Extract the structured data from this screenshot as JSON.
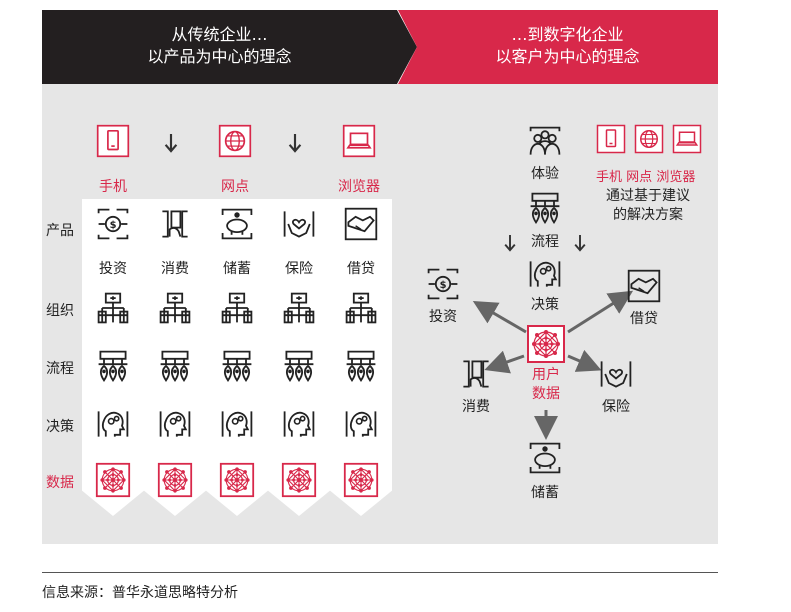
{
  "banner": {
    "left_line1": "从传统企业…",
    "left_line2": "以产品为中心的理念",
    "right_line1": "…到数字化企业",
    "right_line2": "以客户为中心的理念"
  },
  "left": {
    "channels": [
      {
        "label": "手机",
        "icon": "phone-icon"
      },
      {
        "label": "网点",
        "icon": "globe-icon"
      },
      {
        "label": "浏览器",
        "icon": "laptop-icon"
      }
    ],
    "row_labels": {
      "product": "产品",
      "org": "组织",
      "process": "流程",
      "decision": "决策",
      "data": "数据"
    },
    "products": [
      "投资",
      "消费",
      "储蓄",
      "保险",
      "借贷"
    ]
  },
  "right": {
    "experience": "体验",
    "process": "流程",
    "decision": "决策",
    "channels": [
      "手机",
      "网点",
      "浏览器"
    ],
    "solution_line1": "通过基于建议",
    "solution_line2": "的解决方案",
    "user_data_line1": "用户",
    "user_data_line2": "数据",
    "invest": "投资",
    "loan": "借贷",
    "consume": "消费",
    "insurance": "保险",
    "saving": "储蓄"
  },
  "footer": {
    "source": "信息来源：普华永道思略特分析"
  },
  "colors": {
    "accent": "#d8284a",
    "dark": "#231f20",
    "panel": "#e6e6e6"
  }
}
